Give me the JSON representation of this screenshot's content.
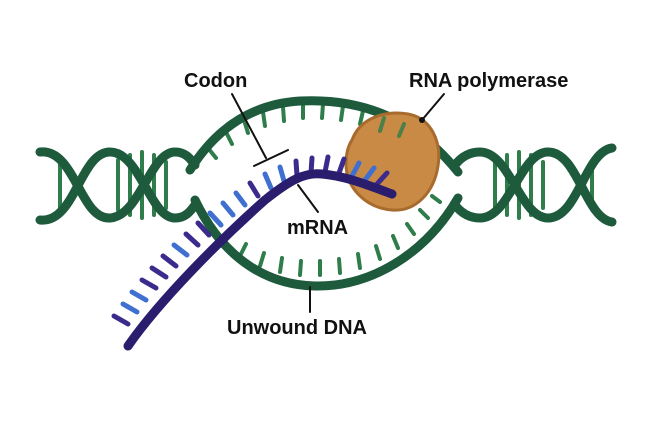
{
  "labels": {
    "codon": "Codon",
    "rna_polymerase": "RNA polymerase",
    "mrna": "mRNA",
    "unwound_dna": "Unwound DNA"
  },
  "colors": {
    "dna_backbone": "#1e5a3c",
    "dna_rung": "#2e7d4a",
    "mrna_backbone": "#2a1d6e",
    "mrna_base_dark": "#3b2b8c",
    "mrna_base_blue": "#3f6fd1",
    "polymerase_fill": "#c98a45",
    "polymerase_edge": "#a86b2e",
    "pointer": "#111111"
  },
  "icons": {
    "rna_polymerase": "brown-blob-shape"
  }
}
